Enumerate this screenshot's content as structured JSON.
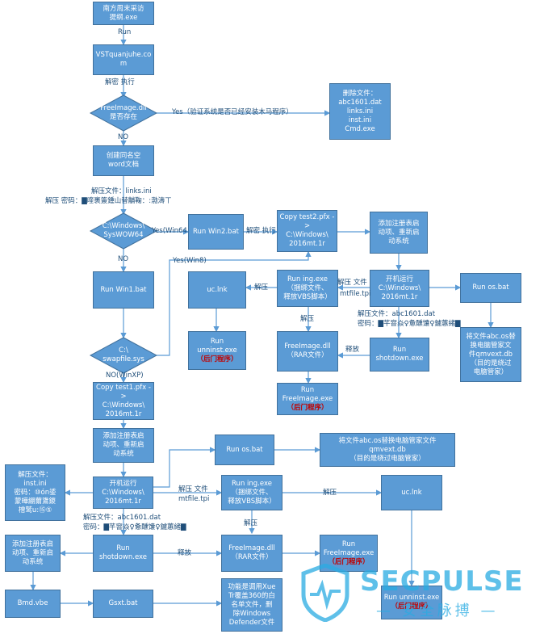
{
  "nodes": {
    "start": [
      "南方周末采访",
      "提纲.exe"
    ],
    "vst": [
      "VSTquanjuhe.co",
      "m"
    ],
    "freeimage_check": [
      "FreeImage.dll",
      "是否存在"
    ],
    "delete_files": [
      "删除文件：",
      "abc1601.dat",
      "links.ini",
      "inst.ini",
      "Cmd.exe"
    ],
    "create_word": [
      "创建同名空",
      "word文档"
    ],
    "syswow": [
      "C:\\Windows\\",
      "SysWOW64"
    ],
    "run_win2": [
      "Run Win2.bat"
    ],
    "copy_test2": [
      "Copy test2.pfx -",
      ">",
      "C:\\Windows\\",
      "2016mt.1r"
    ],
    "add_reg1": [
      "添加注册表启",
      "动项、重新启",
      "动系统"
    ],
    "run_win1": [
      "Run Win1.bat"
    ],
    "uc_lnk1": [
      "uc.lnk"
    ],
    "run_ing1": [
      "Run ing.exe",
      "（捆绑文件、",
      "释放VBS脚本）"
    ],
    "boot_run1": [
      "开机运行",
      "C:\\Windows\\",
      "2016mt.1r"
    ],
    "run_os1": [
      "Run os.bat"
    ],
    "run_unninst1": [
      "Run unninst.exe"
    ],
    "run_unninst1_tag": "（后门程序）",
    "freeimage1": [
      "FreeImage.dll",
      "（RAR文件）"
    ],
    "run_shutdown1": [
      "Run",
      "shotdown.exe"
    ],
    "replace1": [
      "将文件abc.os替",
      "换电脑管家文",
      "件qmvext.db",
      "（目的是绕过",
      "电脑管家）"
    ],
    "swapfile": [
      "C:\\",
      "swapfile.sys"
    ],
    "run_freeimage1": [
      "Run",
      "FreeImage.exe"
    ],
    "run_freeimage1_tag": "（后门程序）",
    "copy_test1": [
      "Copy test1.pfx -",
      ">",
      "C:\\Windows\\",
      "2016mt.1r"
    ],
    "add_reg2": [
      "添加注册表启",
      "动项、重新启",
      "动系统"
    ],
    "run_os2": [
      "Run os.bat"
    ],
    "replace2": [
      "将文件abc.os替换电脑管家文件",
      "qmvext.db",
      "（目的是绕过电脑管家）"
    ],
    "unzip_inst": [
      "解压文件：",
      "inst.ini",
      "密码：⑩ón鋈",
      "蒙皣綳薾鷕鍐",
      "橧鹫u:⑮⑤"
    ],
    "boot_run2": [
      "开机运行",
      "C:\\Windows\\",
      "2016mt.1r"
    ],
    "run_ing2": [
      "Run ing.exe",
      "（捆绑文件、",
      "释放VBS脚本）"
    ],
    "uc_lnk2": [
      "uc.lnk"
    ],
    "add_reg3": [
      "添加注册表启",
      "动项、重新启",
      "动系统"
    ],
    "run_shutdown2": [
      "Run",
      "shotdown.exe"
    ],
    "freeimage2": [
      "FreeImage.dll",
      "（RAR文件）"
    ],
    "run_freeimage2": [
      "Run",
      "FreeImage.exe"
    ],
    "run_freeimage2_tag": "（后门程序）",
    "bmd": [
      "Bmd.vbe"
    ],
    "gsxt": [
      "Gsxt.bat"
    ],
    "defender": [
      "功能是调用Xue",
      "Tr覆盖360的白",
      "名单文件，删",
      "除Windows",
      "Defender文件"
    ],
    "run_unninst2": [
      "Run unninst.exe"
    ],
    "run_unninst2_tag": "（后门程序）"
  },
  "labels": {
    "run": "Run",
    "decrypt_exec": "解密 执行",
    "yes_check": "Yes（验证系统是否已经安装木马程序）",
    "no1": "NO",
    "unzip_links": "解压文件：links.ini",
    "unzip_pwd": "解压 密码：▇喹裹簽鍾山替黼鞠：:渤濤ㄒ",
    "yes_win64": "Yes(Win64",
    "decrypt_exec2": "解密 执行",
    "no2": "NO",
    "yes_win8": "Yes(Win8)",
    "unzip1": "解压",
    "unzip_file1": "解压 文件",
    "mtfile1": "mtfile.tpi",
    "unzip_abc1": "解压文件：abc1601.dat",
    "pwd_abc1": "密码：▇芊窨焱♀惫醺馕♀鑢蕙緒▇",
    "unzip2": "解压",
    "release1": "释放",
    "no_winxp": "NO(WinXP)",
    "unzip_file2": "解压 文件",
    "mtfile2": "mtfile.tpi",
    "unzip3": "解压",
    "unzip4": "解压",
    "unzip_abc2": "解压文件：abc1601.dat",
    "pwd_abc2": "密码：▇芊窨焱♀惫醺馕♀鑢蕙緒▇",
    "release2": "释放"
  },
  "watermark": {
    "text": "SECPULSE",
    "subtitle": "— 安全脉搏 —"
  },
  "colors": {
    "box_fill": "#5b9bd5",
    "box_border": "#41719c",
    "text_dark_red": "#c00000",
    "watermark": "#29abe2"
  }
}
